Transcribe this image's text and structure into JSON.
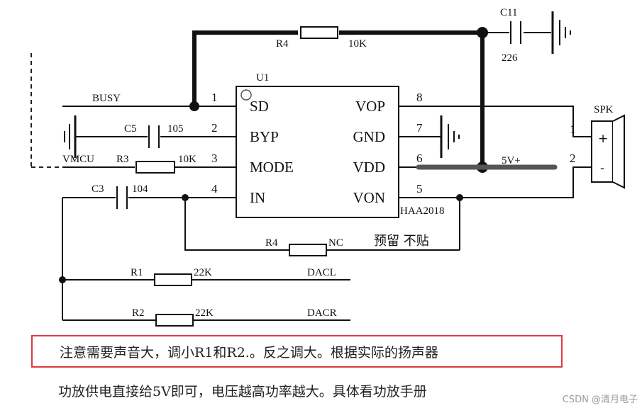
{
  "ic": {
    "ref": "U1",
    "part": "HAA2018",
    "left_pins": [
      {
        "num": "1",
        "name": "SD"
      },
      {
        "num": "2",
        "name": "BYP"
      },
      {
        "num": "3",
        "name": "MODE"
      },
      {
        "num": "4",
        "name": "IN"
      }
    ],
    "right_pins": [
      {
        "num": "8",
        "name": "VOP"
      },
      {
        "num": "7",
        "name": "GND"
      },
      {
        "num": "6",
        "name": "VDD"
      },
      {
        "num": "5",
        "name": "VON"
      }
    ]
  },
  "nets": {
    "busy": "BUSY",
    "vmcu": "VMCU",
    "power": "5V+",
    "dacl": "DACL",
    "dacr": "DACR"
  },
  "components": {
    "r4_top": {
      "ref": "R4",
      "value": "10K"
    },
    "c11": {
      "ref": "C11",
      "value": "226"
    },
    "c5": {
      "ref": "C5",
      "value": "105"
    },
    "r3": {
      "ref": "R3",
      "value": "10K"
    },
    "c3": {
      "ref": "C3",
      "value": "104"
    },
    "r4_bottom": {
      "ref": "R4",
      "value": "NC",
      "note": "预留 不贴"
    },
    "r1": {
      "ref": "R1",
      "value": "22K"
    },
    "r2": {
      "ref": "R2",
      "value": "22K"
    }
  },
  "speaker": {
    "ref": "SPK",
    "pin1": "1",
    "pin2": "2",
    "plus": "+",
    "minus": "-"
  },
  "notes": {
    "highlighted": "注意需要声音大，调小R1和R2.。反之调大。根据实际的扬声器",
    "second": "功放供电直接给5V即可，电压越高功率越大。具体看功放手册"
  },
  "watermark": "CSDN @清月电子"
}
